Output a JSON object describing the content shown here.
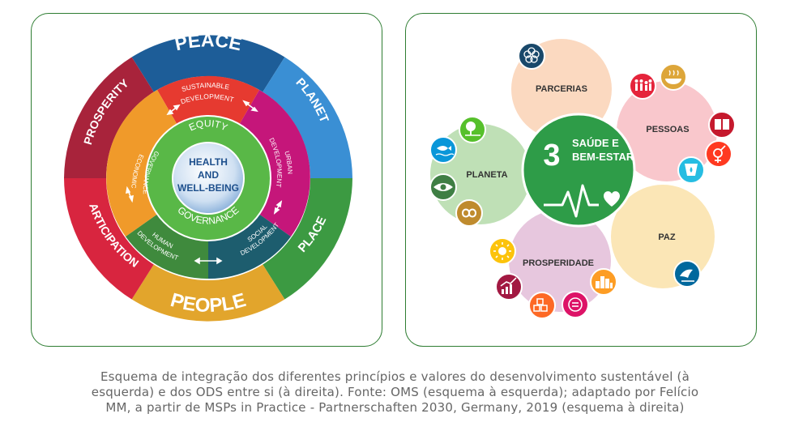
{
  "left": {
    "outer": [
      "PEACE",
      "PLANET",
      "PLACE",
      "PEOPLE",
      "PARTICIPATION",
      "PROSPERITY"
    ],
    "middle": {
      "sustainable": [
        "SUSTAINABLE",
        "DEVELOPMENT"
      ],
      "urban": [
        "URBAN",
        "DEVELOPMENT"
      ],
      "social": [
        "SOCIAL",
        "DEVELOPMENT"
      ],
      "human": [
        "HUMAN",
        "DEVELOPMENT"
      ],
      "economic": [
        "ECONOMIC",
        "GOVERNANCE"
      ]
    },
    "equity": "EQUITY",
    "governance": "GOVERNANCE",
    "center": [
      "HEALTH",
      "AND",
      "WELL-BEING"
    ]
  },
  "right": {
    "center_number": "3",
    "center_title": [
      "SAÚDE E",
      "BEM-ESTAR"
    ],
    "labels": {
      "parcerias": "PARCERIAS",
      "pessoas": "PESSOAS",
      "planeta": "PLANETA",
      "paz": "PAZ",
      "prosperidade": "PROSPERIDADE"
    },
    "colors": {
      "parcerias": "#fbd9c0",
      "pessoas": "#f9c7cc",
      "planeta": "#bfe0b6",
      "paz": "#fbe6b6",
      "prosperidade": "#e7c7de",
      "center": "#2e9c48"
    }
  },
  "caption": [
    "Esquema de integração dos diferentes princípios e valores do desenvolvimento sustentável (à",
    "esquerda) e dos ODS entre si (à direita). Fonte: OMS (esquema à esquerda); adaptado por Felício",
    "MM, a partir de MSPs in Practice - Partnerschaften 2030, Germany, 2019 (esquema à direita)"
  ]
}
